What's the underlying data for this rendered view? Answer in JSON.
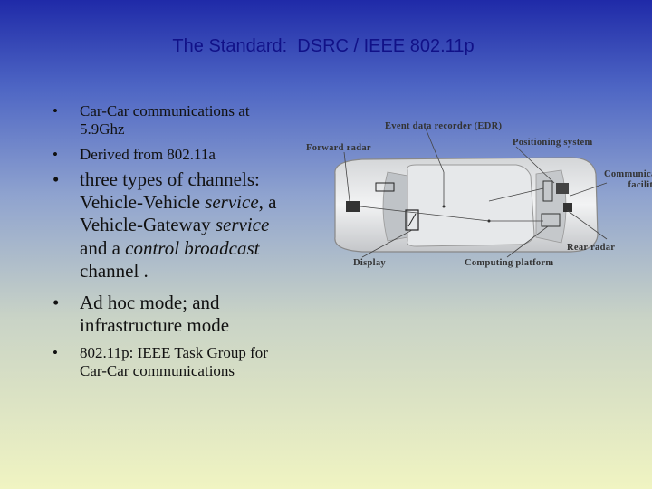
{
  "title": "The Standard:  DSRC / IEEE 802.11p",
  "bullets": [
    {
      "marker": "•",
      "lines": [
        "Car-Car communications at",
        "5.9Ghz"
      ]
    },
    {
      "marker": "•",
      "lines": [
        "Derived from 802.11a"
      ]
    },
    {
      "marker": "•",
      "line1": "three types of channels:",
      "line2_plain": "Vehicle-Vehicle ",
      "line2_em": "service",
      "line2_end": ", a",
      "line3_plain": "Vehicle-Gateway ",
      "line3_em": "service",
      "line4_plain": "and a ",
      "line4_em": "control broadcast",
      "line5": "channel ."
    },
    {
      "marker": "•",
      "lines": [
        "Ad hoc mode; and",
        "infrastructure mode"
      ]
    },
    {
      "marker": "•",
      "lines": [
        "802.11p: IEEE Task Group for",
        "Car-Car communications"
      ]
    }
  ],
  "diagram": {
    "labels": {
      "edr": "Event data recorder (EDR)",
      "forward_radar": "Forward radar",
      "positioning": "Positioning system",
      "comm1": "Communication",
      "comm2": "facility",
      "rear_radar": "Rear radar",
      "display": "Display",
      "computing": "Computing platform"
    }
  }
}
